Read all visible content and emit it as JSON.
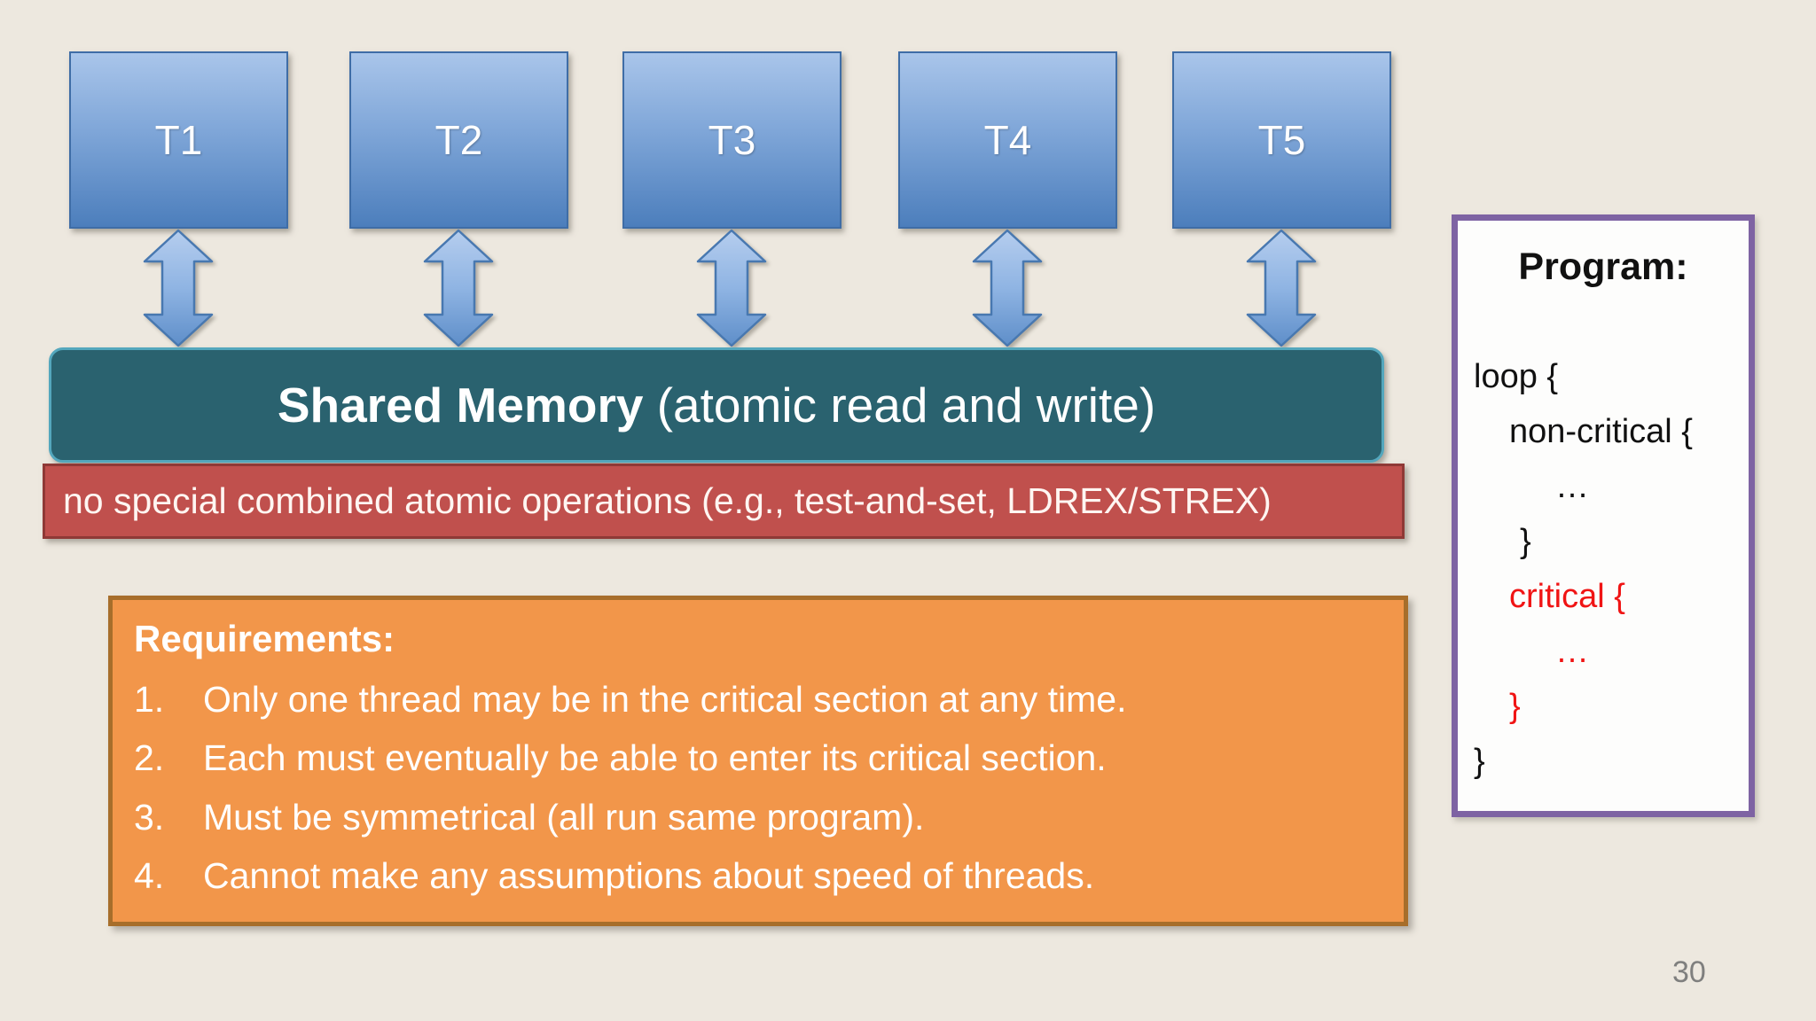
{
  "slide": {
    "threads": [
      {
        "label": "T1"
      },
      {
        "label": "T2"
      },
      {
        "label": "T3"
      },
      {
        "label": "T4"
      },
      {
        "label": "T5"
      }
    ],
    "shared_memory": {
      "title_bold": "Shared Memory",
      "title_rest": " (atomic read and write)"
    },
    "note_bar": {
      "text": "no special combined atomic operations (e.g., test-and-set, LDREX/STREX)"
    },
    "requirements": {
      "heading": "Requirements:",
      "items": [
        {
          "number": "1.",
          "text": "Only one thread may be in the critical section at any time."
        },
        {
          "number": "2.",
          "text": "Each must eventually be able to enter its critical section."
        },
        {
          "number": "3.",
          "text": "Must be symmetrical (all run same program)."
        },
        {
          "number": "4.",
          "text": "Cannot make any assumptions about speed of threads."
        }
      ]
    },
    "program": {
      "title": "Program:",
      "code_lines": [
        {
          "text": "loop {",
          "color": "#111111",
          "indent": 0
        },
        {
          "text": "non-critical {",
          "color": "#111111",
          "indent": 1
        },
        {
          "text": "…",
          "color": "#111111",
          "indent": 2
        },
        {
          "text": "}",
          "color": "#111111",
          "indent": 1
        },
        {
          "text": "critical {",
          "color": "#F01414",
          "indent": 1
        },
        {
          "text": "…",
          "color": "#F01414",
          "indent": 2
        },
        {
          "text": "}",
          "color": "#F01414",
          "indent": 1
        },
        {
          "text": "}",
          "color": "#111111",
          "indent": 0
        }
      ]
    },
    "page_number": "30",
    "colors": {
      "background": "#EDE8DF",
      "thread_fill_top": "#A9C5EA",
      "thread_fill_bottom": "#4C7EBC",
      "thread_border": "#3F6DA6",
      "arrow_fill_top": "#B5CDEE",
      "arrow_fill_bottom": "#5E8EC9",
      "arrow_border": "#4878B0",
      "shared_memory_fill": "#2A626F",
      "shared_memory_border": "#54A7BD",
      "note_fill": "#C0504D",
      "note_border": "#8F3936",
      "requirements_fill": "#F2964A",
      "requirements_border": "#A76E2B",
      "program_fill": "#FDFDFC",
      "program_border": "#7E63A3",
      "code_red": "#F01414",
      "text_white": "#FFFFFF",
      "page_number_gray": "#7F7F7E"
    }
  }
}
